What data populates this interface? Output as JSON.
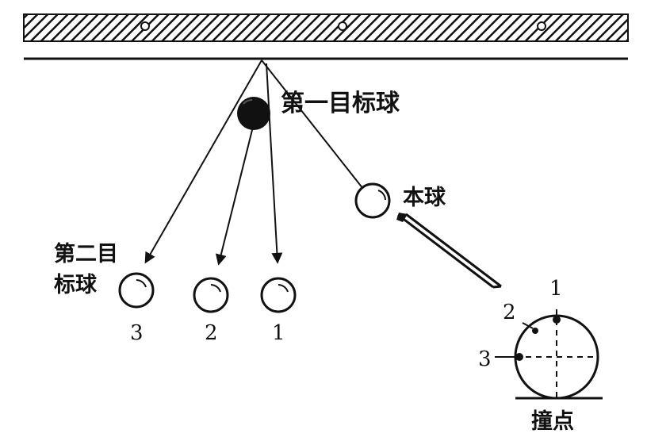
{
  "labels": {
    "first_target_ball": "第一目标球",
    "cue_ball": "本球",
    "second_target_ball_line1": "第二目",
    "second_target_ball_line2": "标球",
    "contact_points": "撞点"
  },
  "ball_numbers": [
    "3",
    "2",
    "1"
  ],
  "hit_point_numbers": [
    "1",
    "2",
    "3"
  ],
  "colors": {
    "ink": "#111111",
    "paper": "#ffffff"
  }
}
